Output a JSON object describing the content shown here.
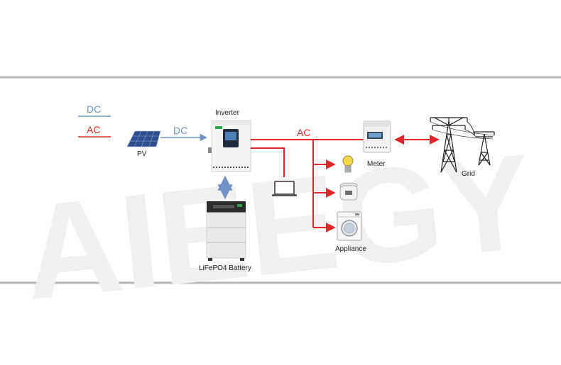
{
  "legend": {
    "dc_label": "DC",
    "ac_label": "AC"
  },
  "watermark": {
    "text": "AIEEGY"
  },
  "nodes": {
    "pv_label": "PV",
    "inverter_label": "Inverter",
    "battery_label": "LiFePO4 Battery",
    "meter_label": "Meter",
    "grid_label": "Grid",
    "appliance_label": "Appliance"
  },
  "flows": {
    "dc_flow_label": "DC",
    "ac_flow_label": "AC"
  },
  "colors": {
    "dc": "#6f92c7",
    "ac": "#e0262b",
    "frame": "#b5b5b5",
    "watermark": "#eeeeee"
  }
}
